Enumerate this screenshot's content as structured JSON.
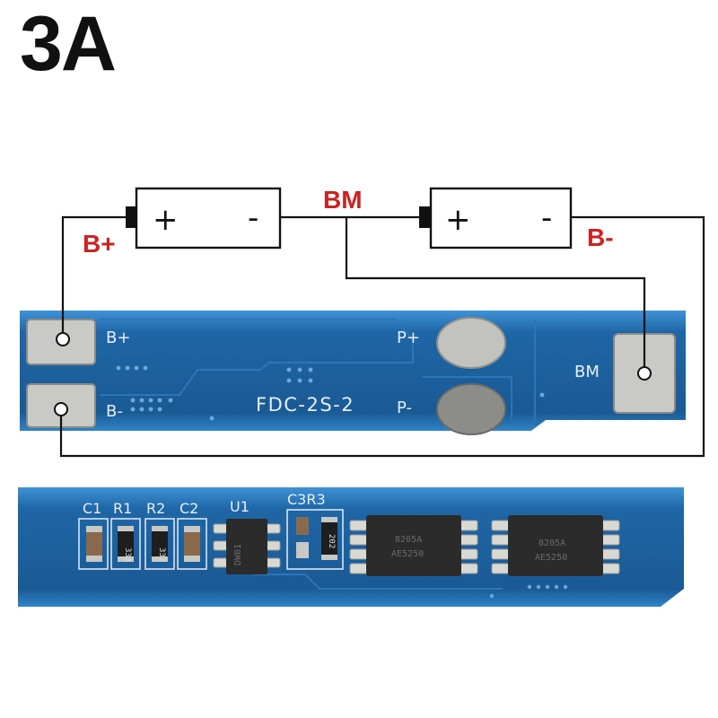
{
  "title": "3A",
  "labels": {
    "b_plus": "B+",
    "b_minus": "B-",
    "bm": "BM",
    "battery_plus": "+",
    "battery_minus": "-"
  },
  "board_top": {
    "silk_b_plus": "B+",
    "silk_b_minus": "B-",
    "silk_p_plus": "P+",
    "silk_p_minus": "P-",
    "silk_bm": "BM",
    "model": "FDC-2S-2"
  },
  "board_bottom": {
    "silk_c1": "C1",
    "silk_r1": "R1",
    "silk_r2": "R2",
    "silk_c2": "C2",
    "silk_u1": "U1",
    "silk_c3r3": "C3R3",
    "r1_code": "333",
    "r2_code": "333",
    "r3_code": "202",
    "u1_code": "DW01",
    "mosfet1_line1": "8205A",
    "mosfet1_line2": "AE5250",
    "mosfet2_line1": "8205A",
    "mosfet2_line2": "AE5250"
  },
  "colors": {
    "pcb_blue": "#1d5f9a",
    "pcb_edge": "#3a8fd0",
    "label_red": "#cc2222",
    "wire": "#111111"
  }
}
